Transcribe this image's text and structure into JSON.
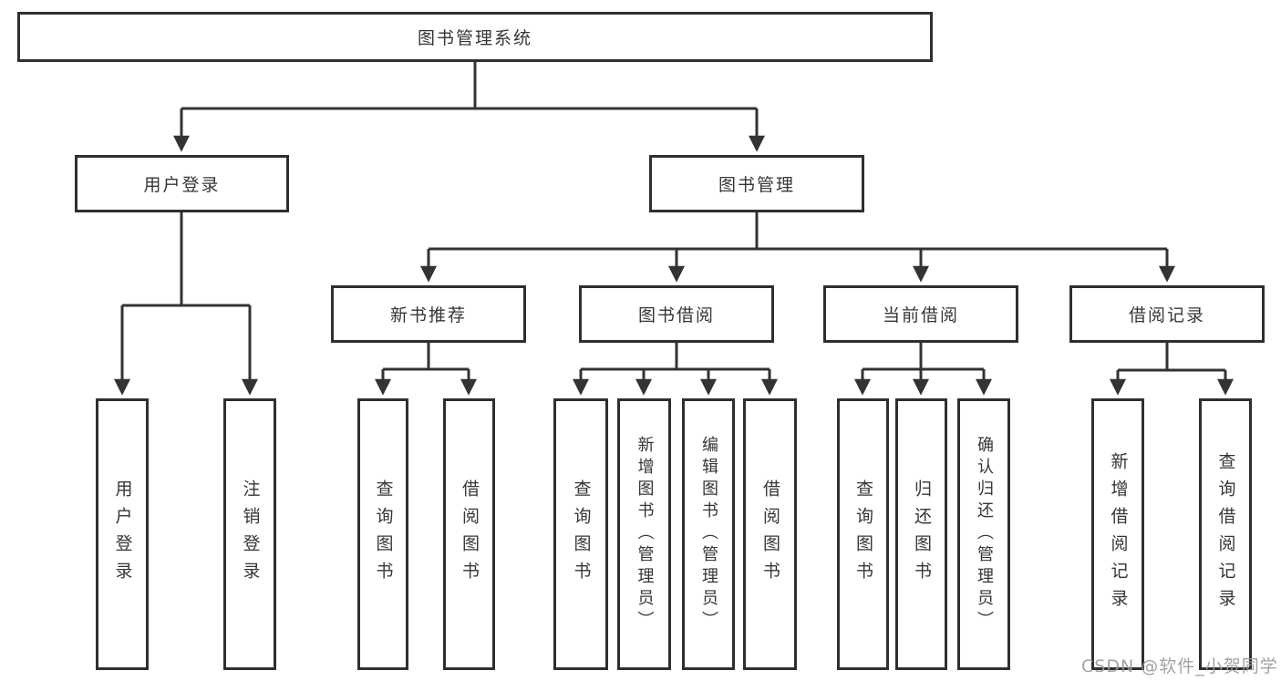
{
  "diagram": {
    "title": "图书管理系统",
    "colors": {
      "line": "#333333",
      "border": "#2f2f2f",
      "text": "#363636",
      "background": "#ffffff",
      "watermark": "#9a9a9a"
    },
    "nodes": {
      "root": {
        "label": "图书管理系统"
      },
      "user_login": {
        "label": "用户登录"
      },
      "book_management": {
        "label": "图书管理"
      },
      "new_book_recommend": {
        "label": "新书推荐"
      },
      "book_borrowing": {
        "label": "图书借阅"
      },
      "current_borrowing": {
        "label": "当前借阅"
      },
      "borrowing_records": {
        "label": "借阅记录"
      },
      "leaf_user_login": {
        "label": "用户登录"
      },
      "leaf_logout": {
        "label": "注销登录"
      },
      "leaf_query_books_recommend": {
        "label": "查询图书"
      },
      "leaf_borrow_books_recommend": {
        "label": "借阅图书"
      },
      "leaf_query_books_borrowing": {
        "label": "查询图书"
      },
      "leaf_add_books_admin": {
        "label": "新增图书（管理员）"
      },
      "leaf_edit_books_admin": {
        "label": "编辑图书（管理员）"
      },
      "leaf_borrow_books_borrowing": {
        "label": "借阅图书"
      },
      "leaf_query_books_current": {
        "label": "查询图书"
      },
      "leaf_return_books": {
        "label": "归还图书"
      },
      "leaf_confirm_return_admin": {
        "label": "确认归还（管理员）"
      },
      "leaf_add_borrow_record": {
        "label": "新增借阅记录"
      },
      "leaf_query_borrow_record": {
        "label": "查询借阅记录"
      }
    },
    "watermark": "CSDN @软件_小贺同学"
  }
}
